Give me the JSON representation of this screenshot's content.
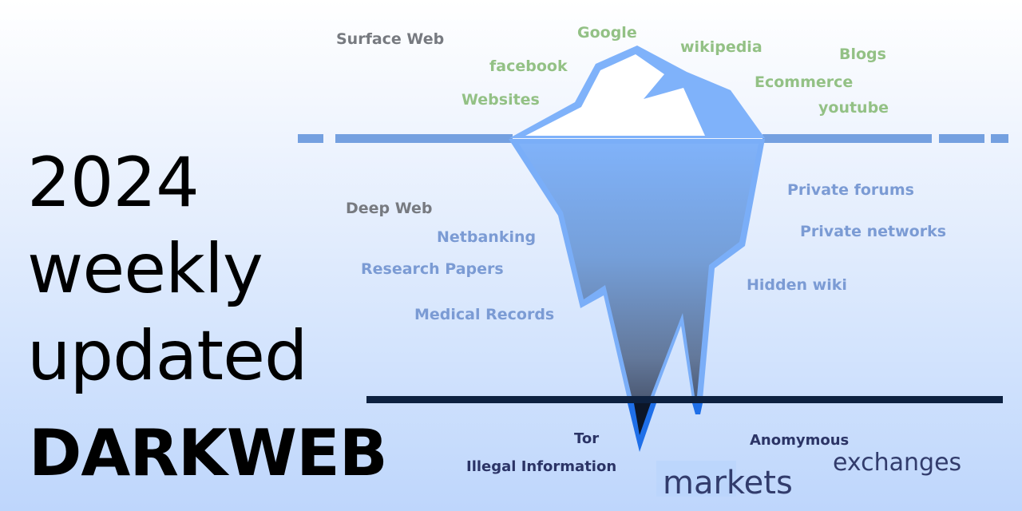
{
  "title": {
    "line1": "2024",
    "line2": "weekly",
    "line3": "updated",
    "line4": "DARKWEB"
  },
  "surface": {
    "heading": "Surface Web",
    "items": [
      "Google",
      "facebook",
      "wikipedia",
      "Websites",
      "Blogs",
      "Ecommerce",
      "youtube"
    ]
  },
  "deep": {
    "heading": "Deep Web",
    "items": [
      "Netbanking",
      "Research Papers",
      "Medical Records",
      "Private forums",
      "Private networks",
      "Hidden wiki"
    ]
  },
  "dark": {
    "items": [
      "Tor",
      "Illegal Information",
      "Anomymous",
      "exchanges",
      "markets"
    ]
  },
  "colors": {
    "surface_text": "#93c185",
    "heading_text": "#777a80",
    "deep_text": "#7b9bd4",
    "dark_text": "#2b3466",
    "waterline": "#74a0e0",
    "darkline": "#0d2140",
    "iceberg_outline": "#7aaef8",
    "iceberg_fill_top": "#7fb0f8",
    "iceberg_fill_bottom": "#5e6f8c",
    "iceberg_tip": "#0c1628",
    "tip_outline": "#1f6fe8"
  }
}
